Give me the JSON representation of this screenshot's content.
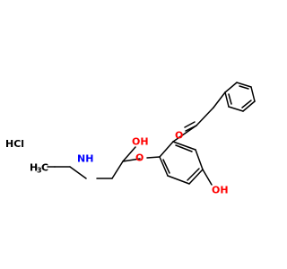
{
  "molecule": {
    "salt": "HCl",
    "atoms": {
      "carbonyl_oxygen": "O",
      "ether_oxygen": "O",
      "hydroxyl_side_chain": "OH",
      "hydroxyl_ring": "OH",
      "amine": "NH",
      "methyl_main": "H",
      "methyl_sub": "3",
      "methyl_c": "C"
    },
    "colors": {
      "oxygen": "#ff0000",
      "nitrogen": "#0000ff",
      "carbon": "#000000",
      "salt": "#000000"
    }
  }
}
